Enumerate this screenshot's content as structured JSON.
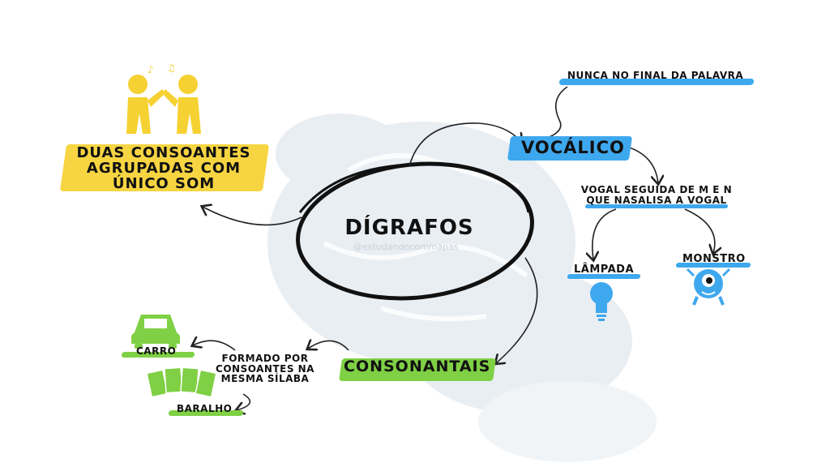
{
  "title": "DÍGRAFOS",
  "watermark": "@estudandocommapas",
  "definition": {
    "lines": [
      "DUAS CONSOANTES",
      "AGRUPADAS COM",
      "ÚNICO SOM"
    ]
  },
  "vocalico": {
    "label": "VOCÁLICO",
    "note_top": "NUNCA NO FINAL DA PALAVRA",
    "note_bottom_lines": [
      "VOGAL SEGUIDA DE M E N",
      "QUE NASALISA A VOGAL"
    ],
    "examples": [
      "LÂMPADA",
      "MONSTRO"
    ]
  },
  "consonantais": {
    "label": "CONSONANTAIS",
    "note_lines": [
      "FORMADO POR",
      "CONSOANTES NA",
      "MESMA SÍLABA"
    ],
    "examples": [
      "CARRO",
      "BARALHO"
    ]
  },
  "colors": {
    "yellow": "#f6d132",
    "blue": "#3ea8ee",
    "green": "#7fd044",
    "ink": "#111111",
    "bg_shape": "#e8edf2"
  },
  "icons": [
    "singers-icon",
    "lamp-icon",
    "monster-icon",
    "car-icon",
    "cards-icon"
  ]
}
